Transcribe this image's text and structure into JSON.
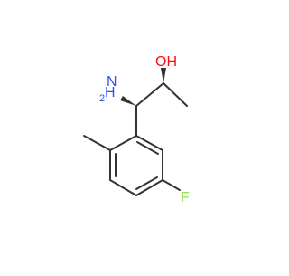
{
  "molecule": {
    "atom_labels": {
      "oh": {
        "text": "OH",
        "color": "#ff0d0d"
      },
      "nh2_n": {
        "text": "N",
        "color": "#3050f8"
      },
      "nh2_h": {
        "text": "H",
        "color": "#3050f8"
      },
      "nh2_sub": {
        "text": "2",
        "color": "#3050f8"
      },
      "f": {
        "text": "F",
        "color": "#90e050"
      }
    },
    "stereo": {
      "c1_to_nh2": "wedge",
      "c2_to_oh": "wedge"
    },
    "colors": {
      "bond": "#333333",
      "background": "#ffffff"
    }
  }
}
